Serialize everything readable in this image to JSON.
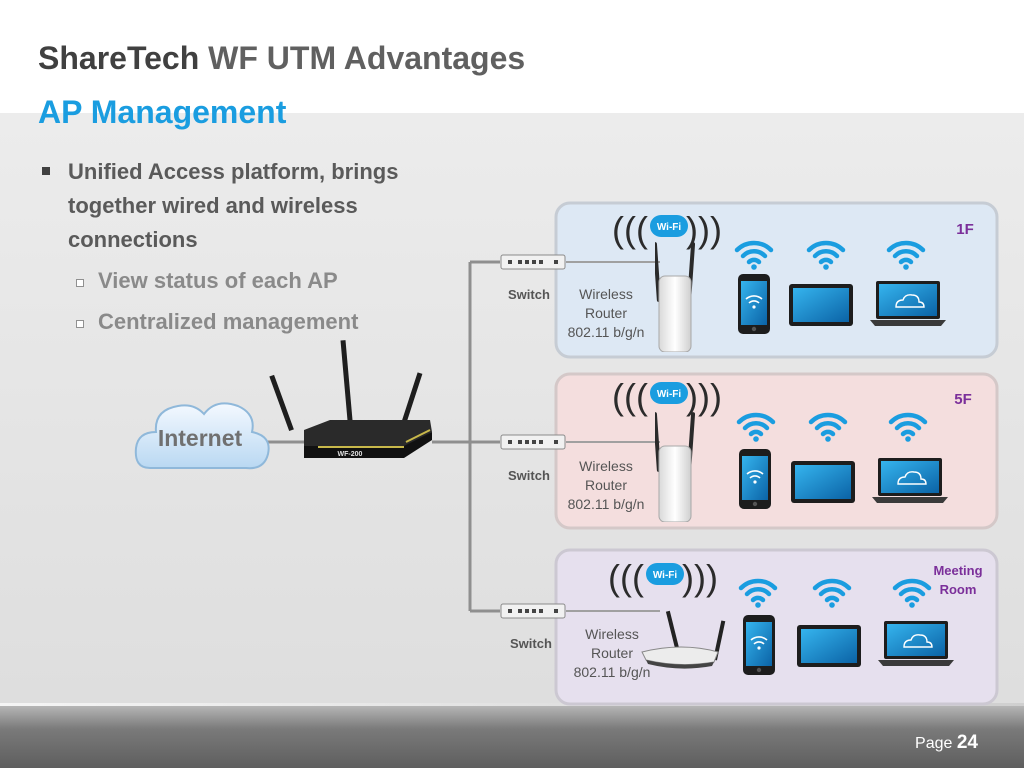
{
  "title": {
    "brand": "ShareTech",
    "rest": "WF UTM Advantages"
  },
  "subtitle": "AP Management",
  "bullets": [
    {
      "text": "Unified Access platform, brings together wired and wireless connections",
      "children": [
        "View status of each AP",
        "Centralized management"
      ]
    }
  ],
  "diagram": {
    "internet_label": "Internet",
    "utm_model": "WF-200",
    "wifi_badge": "Wi-Fi",
    "floors": [
      {
        "label": "1F",
        "switch_label": "Switch",
        "router_lines": [
          "Wireless",
          "Router",
          "802.11 b/g/n"
        ]
      },
      {
        "label": "5F",
        "switch_label": "Switch",
        "router_lines": [
          "Wireless",
          "Router",
          "802.11 b/g/n"
        ]
      },
      {
        "label_lines": [
          "Meeting",
          "Room"
        ],
        "switch_label": "Switch",
        "router_lines": [
          "Wireless",
          "Router",
          "802.11 b/g/n"
        ]
      }
    ]
  },
  "footer": {
    "page_label": "Page",
    "page_number": "24"
  },
  "colors": {
    "title_accent": "#1a9de0",
    "floor1_bg": "#dde8f4",
    "floor5_bg": "#f4dede",
    "meeting_bg": "#e6e0ee",
    "floor_label": "#7b2f9a",
    "wifi_blue": "#1a9de0"
  }
}
